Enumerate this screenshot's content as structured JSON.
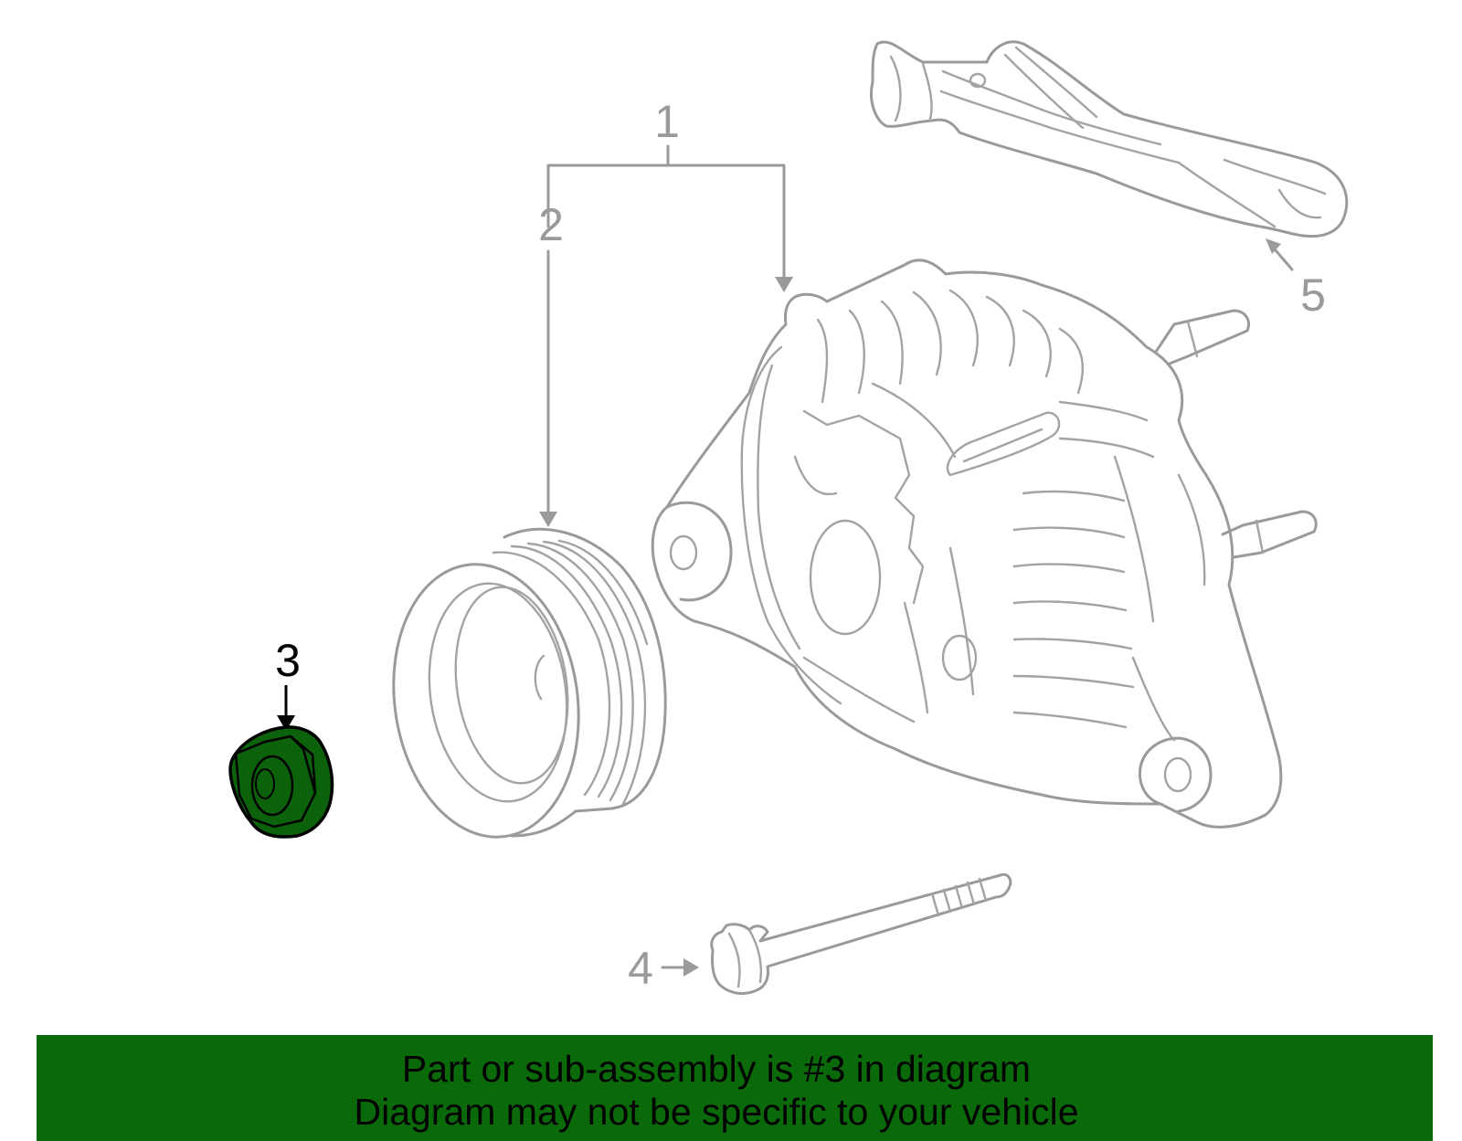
{
  "callouts": [
    {
      "id": "1",
      "label": "1",
      "color": "#9a9a9a"
    },
    {
      "id": "2",
      "label": "2",
      "color": "#9a9a9a"
    },
    {
      "id": "3",
      "label": "3",
      "color": "#000000"
    },
    {
      "id": "4",
      "label": "4",
      "color": "#9a9a9a"
    },
    {
      "id": "5",
      "label": "5",
      "color": "#9a9a9a"
    }
  ],
  "highlight": {
    "part": "3",
    "fill_color": "#0b620b",
    "outline_color": "#000000"
  },
  "banner": {
    "background": "#0a6a0a",
    "line1": "Part or sub-assembly is #3 in diagram",
    "line2": "Diagram may not be specific to your vehicle"
  }
}
